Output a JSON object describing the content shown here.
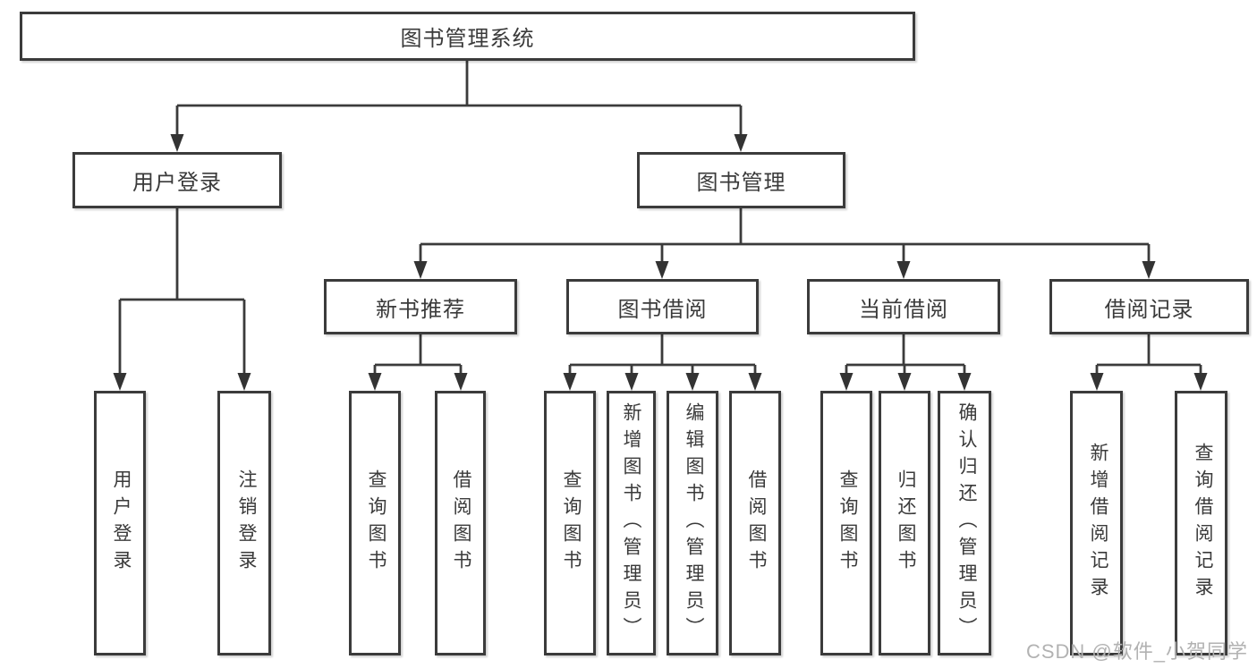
{
  "nodes": {
    "root": "图书管理系统",
    "level2": {
      "user_login": "用户登录",
      "book_mgmt": "图书管理"
    },
    "level3": {
      "new_book": "新书推荐",
      "book_borrow": "图书借阅",
      "current_borrow": "当前借阅",
      "borrow_record": "借阅记录"
    },
    "leaves": {
      "user_login": [
        "用户登录",
        "注销登录"
      ],
      "new_book": [
        "查询图书",
        "借阅图书"
      ],
      "book_borrow": [
        "查询图书",
        "新增图书（管理员）",
        "编辑图书（管理员）",
        "借阅图书"
      ],
      "current_borrow": [
        "查询图书",
        "归还图书",
        "确认归还（管理员）"
      ],
      "borrow_record": [
        "新增借阅记录",
        "查询借阅记录"
      ]
    }
  },
  "watermark": "CSDN @软件_小贺同学",
  "colors": {
    "line": "#3b3b3b",
    "box_border": "#3b3b3b",
    "text": "#3a3a3a",
    "watermark": "#b2b2b2",
    "background": "#ffffff"
  }
}
